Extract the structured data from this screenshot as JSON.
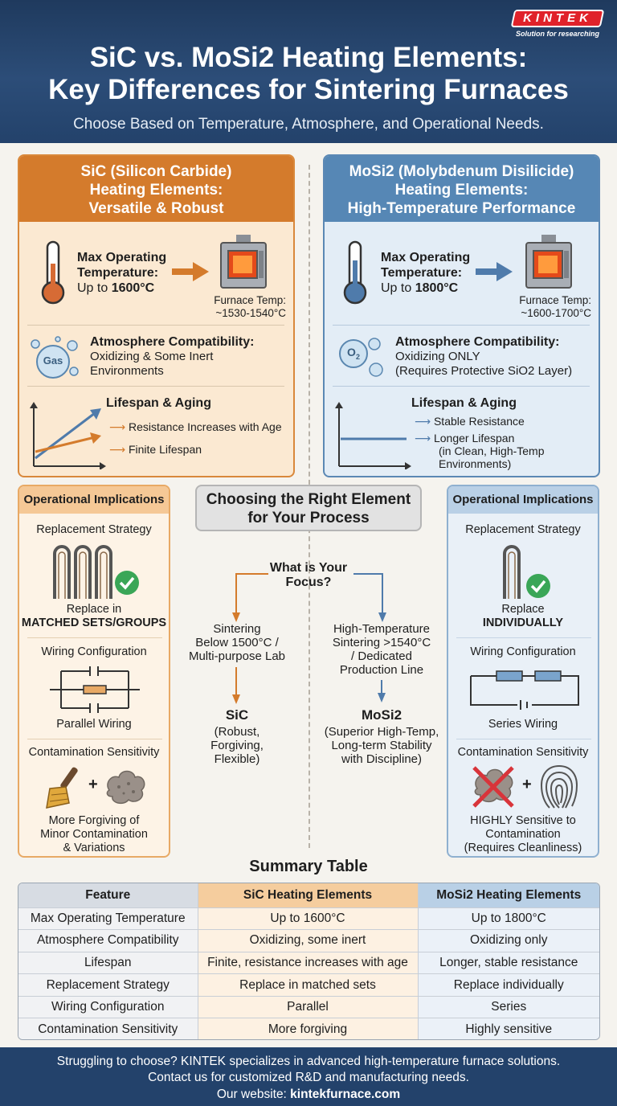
{
  "header": {
    "title_line1": "SiC vs. MoSi2 Heating Elements:",
    "title_line2": "Key Differences for Sintering Furnaces",
    "subtitle": "Choose Based on Temperature, Atmosphere, and Operational Needs.",
    "logo_text": "KINTEK",
    "logo_tagline": "Solution for researching"
  },
  "sic_card": {
    "title_line1": "SiC (Silicon Carbide)",
    "title_line2": "Heating Elements:",
    "title_line3": "Versatile & Robust",
    "max_temp_label1": "Max Operating",
    "max_temp_label2": "Temperature:",
    "max_temp_prefix": "Up to ",
    "max_temp_value": "1600°C",
    "furnace_temp_label": "Furnace Temp:",
    "furnace_temp_value": "~1530-1540°C",
    "atmosphere_label": "Atmosphere Compatibility:",
    "atmosphere_line1": "Oxidizing & Some Inert",
    "atmosphere_line2": "Environments",
    "gas_icon_text": "Gas",
    "lifespan_label": "Lifespan & Aging",
    "lifespan_item1": "Resistance Increases with Age",
    "lifespan_item2": "Finite Lifespan"
  },
  "mosi2_card": {
    "title_line1": "MoSi2 (Molybdenum Disilicide)",
    "title_line2": "Heating Elements:",
    "title_line3": "High-Temperature Performance",
    "max_temp_label1": "Max Operating",
    "max_temp_label2": "Temperature:",
    "max_temp_prefix": "Up to ",
    "max_temp_value": "1800°C",
    "furnace_temp_label": "Furnace Temp:",
    "furnace_temp_value": "~1600-1700°C",
    "atmosphere_label": "Atmosphere Compatibility:",
    "atmosphere_line1": "Oxidizing ONLY",
    "atmosphere_line2": "(Requires Protective SiO2 Layer)",
    "o2_icon_text": "O",
    "o2_icon_sub": "2",
    "lifespan_label": "Lifespan & Aging",
    "lifespan_item1": "Stable Resistance",
    "lifespan_item2a": "Longer Lifespan",
    "lifespan_item2b": "(in Clean, High-Temp",
    "lifespan_item2c": "Environments)"
  },
  "left_panel": {
    "title": "Operational Implications",
    "replacement_label": "Replacement Strategy",
    "replacement_line1": "Replace in",
    "replacement_line2": "MATCHED SETS/GROUPS",
    "wiring_label": "Wiring Configuration",
    "wiring_value": "Parallel Wiring",
    "contamination_label": "Contamination Sensitivity",
    "contamination_line1": "More Forgiving of",
    "contamination_line2": "Minor Contamination",
    "contamination_line3": "& Variations"
  },
  "right_panel": {
    "title": "Operational Implications",
    "replacement_label": "Replacement Strategy",
    "replacement_line1": "Replace",
    "replacement_line2": "INDIVIDUALLY",
    "wiring_label": "Wiring Configuration",
    "wiring_value": "Series Wiring",
    "contamination_label": "Contamination Sensitivity",
    "contamination_line1": "HIGHLY Sensitive to",
    "contamination_line2": "Contamination",
    "contamination_line3": "(Requires Cleanliness)"
  },
  "center": {
    "title_line1": "Choosing the Right Element",
    "title_line2": "for Your Process",
    "question_line1": "What is Your",
    "question_line2": "Focus?",
    "left_condition1": "Sintering",
    "left_condition2": "Below 1500°C /",
    "left_condition3": "Multi-purpose Lab",
    "left_result": "SiC",
    "left_desc1": "(Robust,",
    "left_desc2": "Forgiving,",
    "left_desc3": "Flexible)",
    "right_condition1": "High-Temperature",
    "right_condition2": "Sintering >1540°C",
    "right_condition3": "/ Dedicated",
    "right_condition4": "Production Line",
    "right_result": "MoSi2",
    "right_desc1": "(Superior High-Temp,",
    "right_desc2": "Long-term Stability",
    "right_desc3": "with Discipline)"
  },
  "summary": {
    "title": "Summary Table",
    "headers": [
      "Feature",
      "SiC Heating Elements",
      "MoSi2 Heating Elements"
    ],
    "rows": [
      [
        "Max Operating Temperature",
        "Up to 1600°C",
        "Up to 1800°C"
      ],
      [
        "Atmosphere Compatibility",
        "Oxidizing, some inert",
        "Oxidizing only"
      ],
      [
        "Lifespan",
        "Finite, resistance increases with age",
        "Longer, stable resistance"
      ],
      [
        "Replacement Strategy",
        "Replace in matched sets",
        "Replace individually"
      ],
      [
        "Wiring Configuration",
        "Parallel",
        "Series"
      ],
      [
        "Contamination Sensitivity",
        "More forgiving",
        "Highly sensitive"
      ]
    ]
  },
  "footer": {
    "line1": "Struggling to choose? KINTEK specializes in advanced high-temperature furnace solutions.",
    "line2": "Contact us for customized R&D and manufacturing needs.",
    "website_label": "Our website: ",
    "website": "kintekfurnace.com"
  },
  "colors": {
    "header_bg": "#23426b",
    "sic_accent": "#d47b2c",
    "mosi2_accent": "#5687b5",
    "check_green": "#3aa657",
    "cross_red": "#d8343a"
  },
  "icons": [
    "thermometer-icon",
    "furnace-icon",
    "gas-bubbles-icon",
    "o2-bubbles-icon",
    "growth-chart-icon",
    "flat-chart-icon",
    "heating-element-icon",
    "check-icon",
    "parallel-circuit-icon",
    "series-circuit-icon",
    "brush-icon",
    "dust-icon",
    "fingerprint-icon"
  ]
}
